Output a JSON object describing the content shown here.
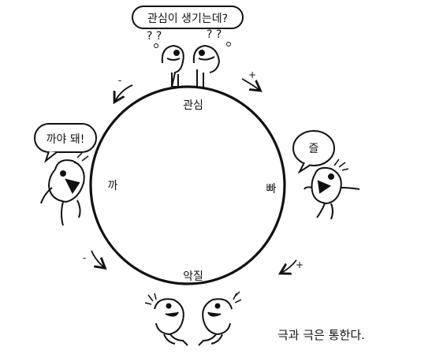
{
  "diagram": {
    "nodes": {
      "top": "관심",
      "right": "빠",
      "bottom": "악질",
      "left": "까"
    },
    "bubbles": {
      "top": "관심이 생기는데?",
      "left": "까야 돼!",
      "right": "즐"
    },
    "signs": {
      "top_left": "-",
      "top_right": "+",
      "bottom_left": "-",
      "bottom_right": "+"
    },
    "caption": "극과 극은 통한다."
  }
}
